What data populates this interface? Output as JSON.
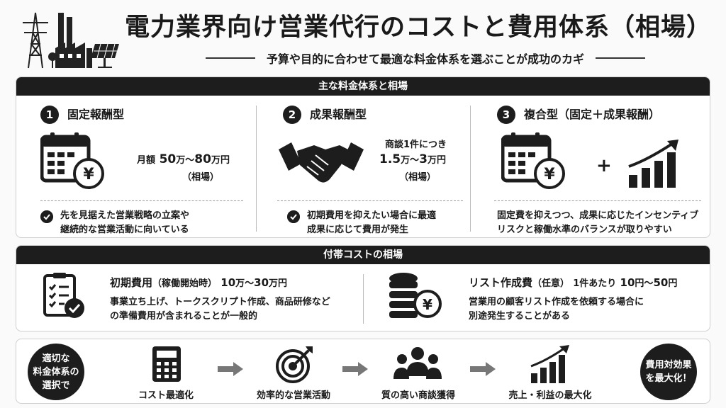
{
  "header": {
    "title": "電力業界向け営業代行のコストと費用体系（相場）",
    "subtitle": "予算や目的に合わせて最適な料金体系を選ぶことが成功のカギ"
  },
  "pricing": {
    "bar_title": "主な料金体系と相場",
    "plans": [
      {
        "number": "1",
        "title": "固定報酬型",
        "price_prefix": "月額",
        "price_a": "50",
        "unit_a": "万～",
        "price_b": "80",
        "unit_b": "万円",
        "note": "（相場）",
        "desc_lines": [
          "先を見据えた営業戦略の立案や",
          "継続的な営業活動に向いている"
        ]
      },
      {
        "number": "2",
        "title": "成果報酬型",
        "price_prefix": "商談1件につき",
        "price_a": "1.5",
        "unit_a": "万～",
        "price_b": "3",
        "unit_b": "万円",
        "note": "（相場）",
        "desc_lines": [
          "初期費用を抑えたい場合に最適",
          "成果に応じて費用が発生"
        ]
      },
      {
        "number": "3",
        "title": "複合型（固定＋成果報酬）",
        "plus": "+",
        "desc_lines": [
          "固定費を抑えつつ、成果に応じたインセンティブ",
          "リスクと稼働水準のバランスが取りやすい"
        ]
      }
    ]
  },
  "extra": {
    "bar_title": "付帯コストの相場",
    "initial": {
      "label": "初期費用",
      "label_note": "（稼働開始時）",
      "price_a": "10",
      "unit_a": "万～",
      "price_b": "30",
      "unit_b": "万円",
      "desc_lines": [
        "事業立ち上げ、トークスクリプト作成、商品研修など",
        "の準備費用が含まれることが一般的"
      ]
    },
    "list": {
      "label": "リスト作成費",
      "label_note": "（任意）",
      "per": "1件あたり",
      "price_a": "10",
      "unit_a": "円～",
      "price_b": "50",
      "unit_b": "円",
      "desc_lines": [
        "営業用の顧客リスト作成を依頼する場合に",
        "別途発生することがある"
      ]
    }
  },
  "flow": {
    "start_badge": [
      "適切な",
      "料金体系の",
      "選択で"
    ],
    "steps": [
      "コスト最適化",
      "効率的な営業活動",
      "質の高い商談獲得",
      "売上・利益の最大化"
    ],
    "end_badge": [
      "費用対効果",
      "を最大化！"
    ]
  }
}
